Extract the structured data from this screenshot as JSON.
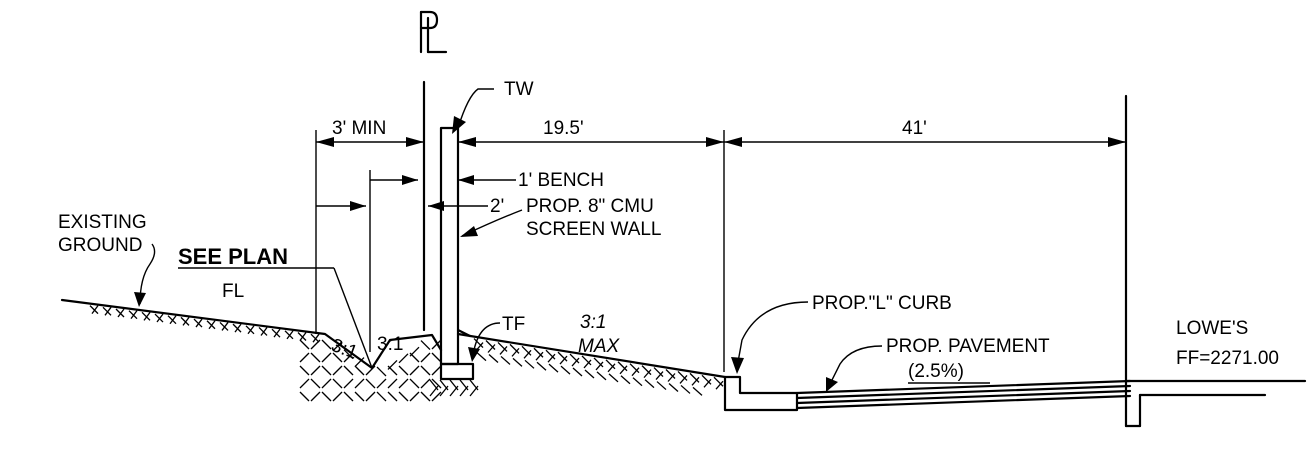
{
  "labels": {
    "property_line": "PL",
    "top_of_wall": "TW",
    "dim_setback": "3' MIN",
    "dim_wall_to_curb": "19.5'",
    "dim_curb_to_building": "41'",
    "bench": "1' BENCH",
    "bench_offset": "2'",
    "wall_line1": "PROP. 8\" CMU",
    "wall_line2": "SCREEN WALL",
    "existing_line1": "EXISTING",
    "existing_line2": "GROUND",
    "see_plan": "SEE PLAN",
    "flow_line": "FL",
    "slope_left_a": "3:1",
    "slope_left_b": "3:1",
    "top_of_footing": "TF",
    "slope_right": "3:1",
    "slope_right_note": "MAX",
    "curb": "PROP.\"L\" CURB",
    "pavement": "PROP. PAVEMENT",
    "pavement_slope": "(2.5%)",
    "building_name": "LOWE'S",
    "finished_floor": "FF=2271.00"
  }
}
